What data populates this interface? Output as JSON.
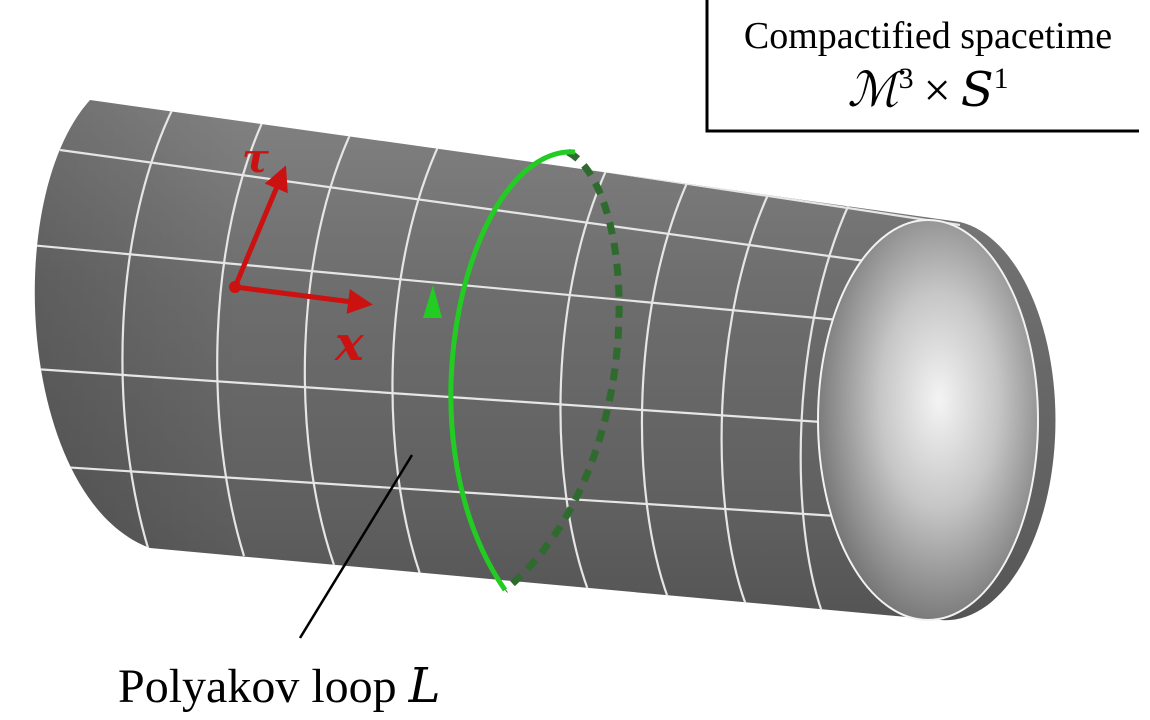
{
  "infobox": {
    "title": "Compactified spacetime",
    "formula": {
      "manifold": "ℳ",
      "manifold_exp": "3",
      "times": "×",
      "circle": "S",
      "circle_exp": "1"
    }
  },
  "axes": {
    "tau_label": "τ",
    "x_label": "x"
  },
  "loop_label": {
    "text": "Polyakov loop ",
    "symbol": "L"
  },
  "colors": {
    "cylinder_body": "#6b6b6b",
    "grid_lines": "#e6e6e6",
    "axes": "#cc1111",
    "loop": "#22cc22",
    "loop_hidden": "#2f6a2f",
    "frame": "#000000"
  }
}
